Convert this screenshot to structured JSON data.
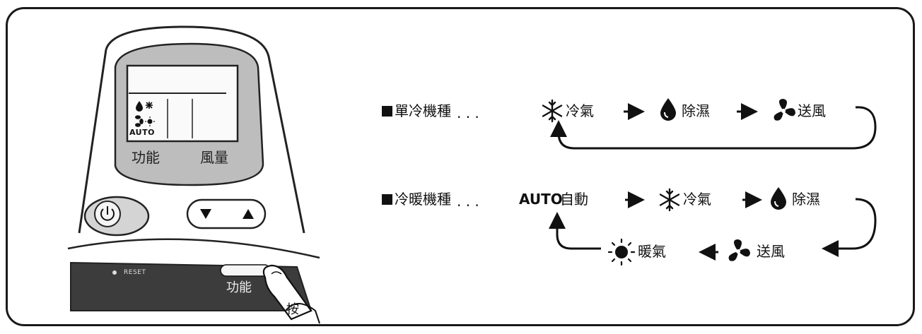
{
  "remote": {
    "lcd_auto": "AUTO",
    "function_label": "功能",
    "fan_label": "風量",
    "reset_label": "RESET",
    "mode_button_label": "功能",
    "press_label": "按"
  },
  "cool_only": {
    "model_label": "單冷機種",
    "dots": ". . .",
    "modes": [
      {
        "icon": "snowflake-icon",
        "label": "冷氣"
      },
      {
        "icon": "water-drop-icon",
        "label": "除濕"
      },
      {
        "icon": "fan-icon",
        "label": "送風"
      }
    ]
  },
  "heat_cool": {
    "model_label": "冷暖機種",
    "dots": ". . .",
    "auto_word": "AUTO",
    "modes": [
      {
        "icon": "auto-icon",
        "label": "自動"
      },
      {
        "icon": "snowflake-icon",
        "label": "冷氣"
      },
      {
        "icon": "water-drop-icon",
        "label": "除濕"
      },
      {
        "icon": "fan-icon",
        "label": "送風"
      },
      {
        "icon": "sun-icon",
        "label": "暖氣"
      }
    ]
  }
}
